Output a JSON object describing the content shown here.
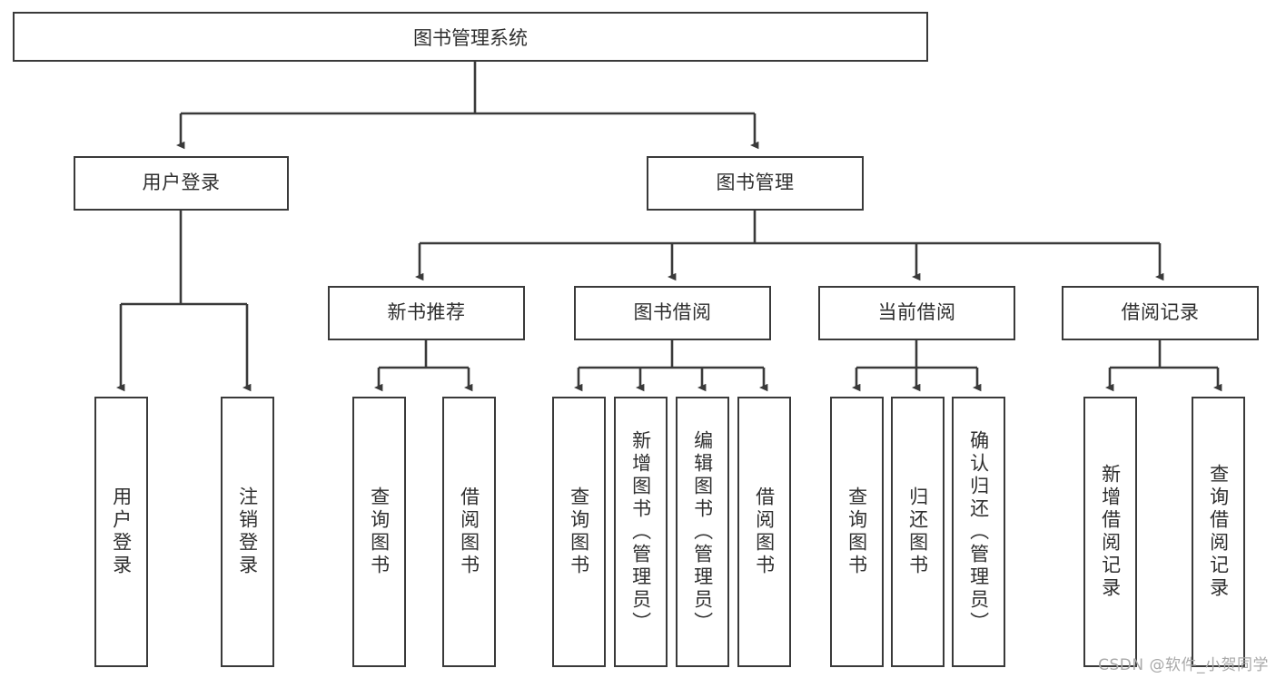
{
  "diagram": {
    "title": "图书管理系统",
    "watermark": "CSDN @软件_小贺同学",
    "levels": {
      "root": "图书管理系统",
      "level1": [
        "用户登录",
        "图书管理"
      ],
      "level2": [
        "新书推荐",
        "图书借阅",
        "当前借阅",
        "借阅记录"
      ]
    },
    "nodes": {
      "root": "图书管理系统",
      "user_login": "用户登录",
      "book_manage": "图书管理",
      "new_book_rec": "新书推荐",
      "book_borrow": "图书借阅",
      "current_borrow": "当前借阅",
      "borrow_record": "借阅记录",
      "leaf_user_login": "用户登录",
      "leaf_logout": "注销登录",
      "leaf_query_book_1": "查询图书",
      "leaf_borrow_book_1": "借阅图书",
      "leaf_query_book_2": "查询图书",
      "leaf_add_book_admin": "新增图书（管理员）",
      "leaf_edit_book_admin": "编辑图书（管理员）",
      "leaf_borrow_book_2": "借阅图书",
      "leaf_query_book_3": "查询图书",
      "leaf_return_book": "归还图书",
      "leaf_confirm_return_admin": "确认归还（管理员）",
      "leaf_add_record": "新增借阅记录",
      "leaf_query_record": "查询借阅记录"
    },
    "colors": {
      "border": "#3a3a3a",
      "text": "#2f2f2f",
      "background": "#ffffff",
      "watermark": "#a9a9a9"
    }
  }
}
